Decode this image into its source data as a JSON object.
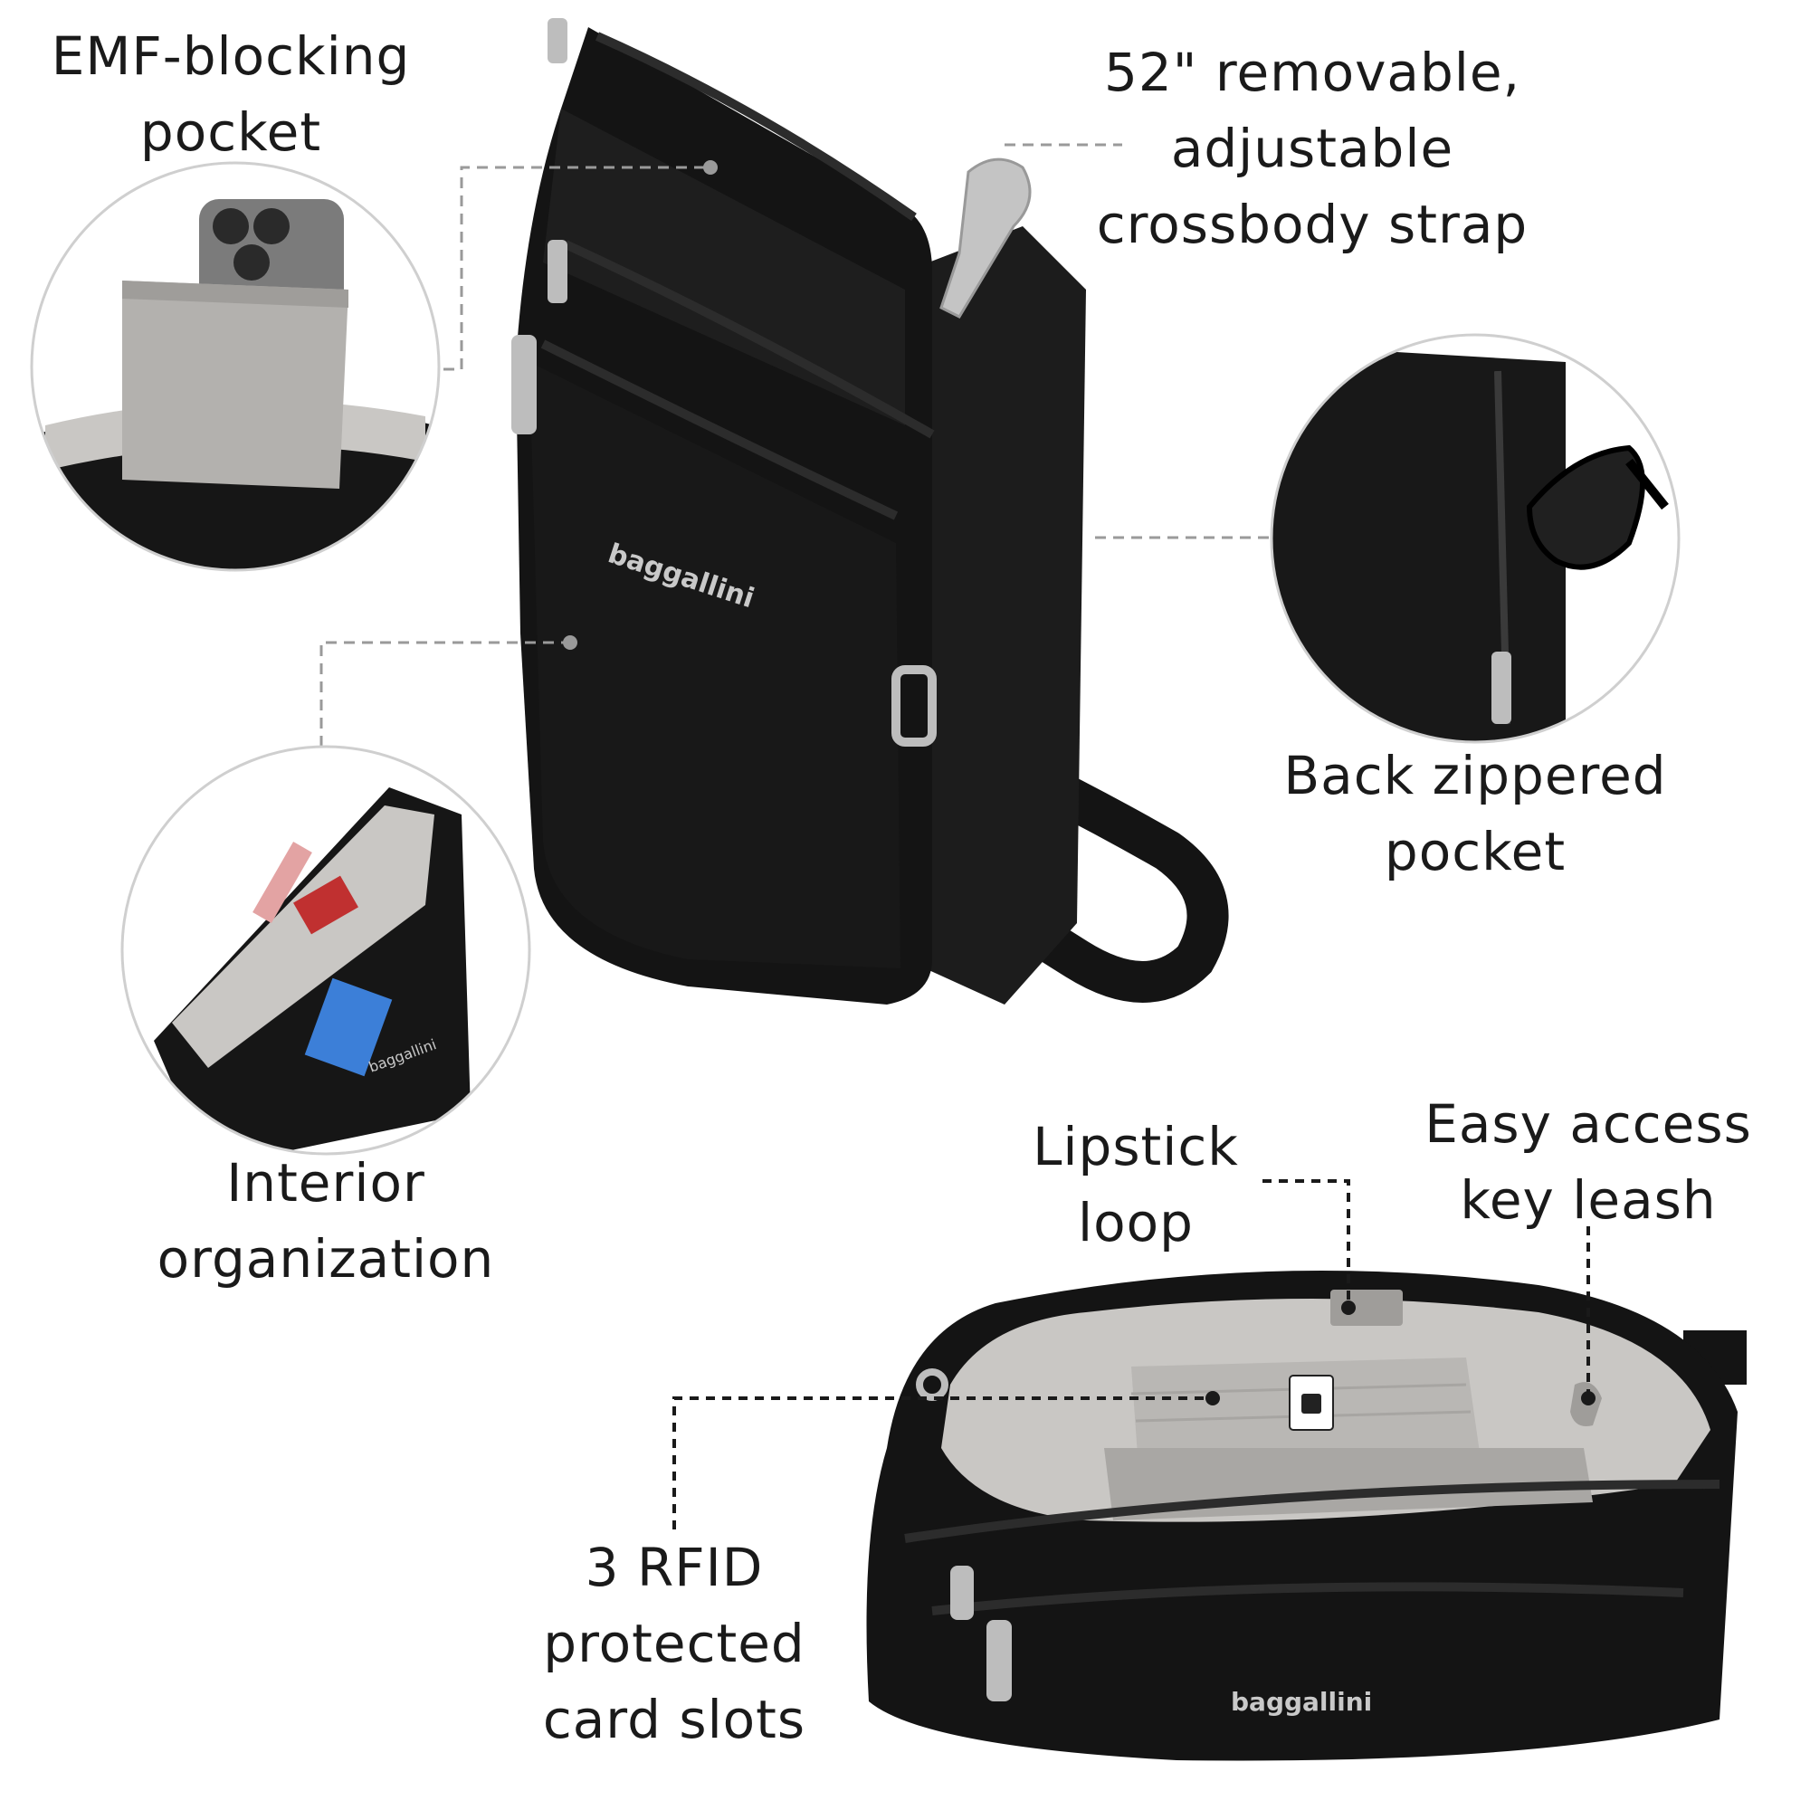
{
  "callouts": {
    "emf_pocket": [
      "EMF-blocking",
      "pocket"
    ],
    "strap": [
      "52\" removable,",
      "adjustable",
      "crossbody strap"
    ],
    "back_pocket": [
      "Back zippered",
      "pocket"
    ],
    "interior": [
      "Interior",
      "organization"
    ],
    "lipstick": [
      "Lipstick",
      "loop"
    ],
    "key_leash": [
      "Easy access",
      "key leash"
    ],
    "rfid_slots": [
      "3 RFID",
      "protected",
      "card slots"
    ]
  },
  "brand": {
    "logo_text": "baggallini"
  },
  "colors": {
    "bag_black": "#141414",
    "lining_gray": "#c9c7c4",
    "pouch_gray": "#b3b1ae",
    "hardware_silver": "#bdbdbd",
    "leader_line": "#9a9a9a",
    "text": "#1a1a1a"
  }
}
